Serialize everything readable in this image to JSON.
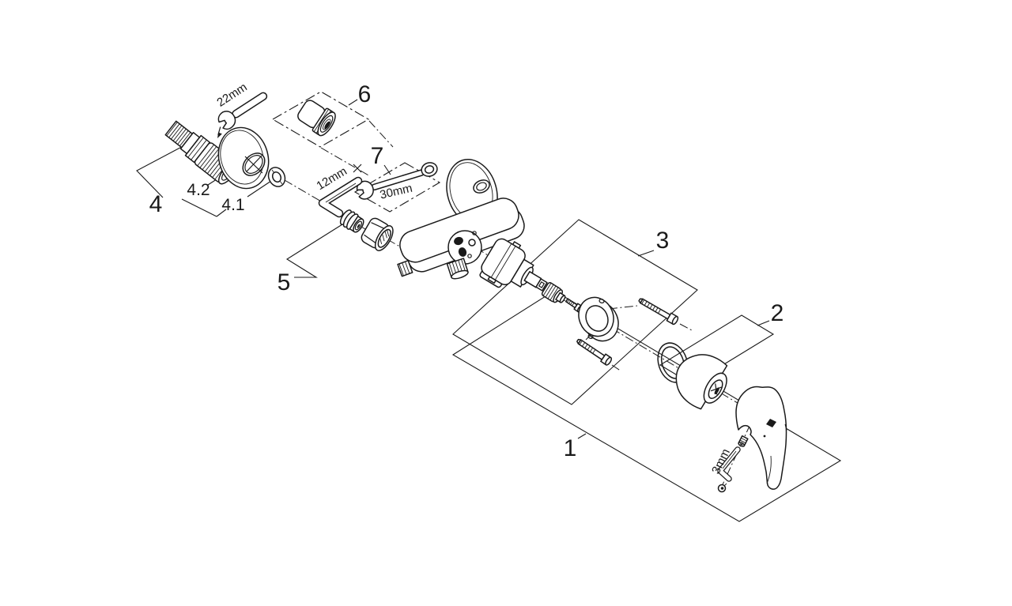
{
  "labels": {
    "parts": {
      "n1": "1",
      "n2": "2",
      "n3": "3",
      "n4": "4",
      "n4_1": "4.1",
      "n4_2": "4.2",
      "n5": "5",
      "n6": "6",
      "n7": "7"
    },
    "dimensions": {
      "union_wrench": "22mm",
      "plug_hex_key": "12mm",
      "nut_wrench": "30mm",
      "handle_hex_key": "3mm"
    }
  },
  "colors": {
    "line": "#1a1a1a",
    "background": "#ffffff"
  }
}
